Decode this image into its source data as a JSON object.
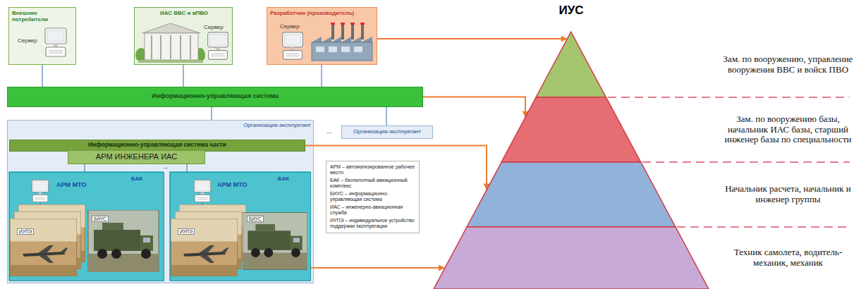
{
  "diagram": {
    "title": "ИУС",
    "nodes": [
      {
        "text": [
          "Внешние потребители",
          "Сервер"
        ]
      },
      {
        "text": [
          "ИАС ВВС и вПВО",
          "Сервер"
        ]
      },
      {
        "text": [
          "Разработчик (производитель)",
          "Сервер"
        ]
      },
      {
        "text": [
          "Информационно-управляющая система"
        ]
      },
      {
        "text": [
          "Организация-эксплуатант"
        ]
      },
      {
        "text": [
          "Информационно-управляющая система части"
        ],
        "in": 4
      },
      {
        "text": [
          "АРМ ИНЖЕНЕРА ИАС"
        ],
        "in": 4
      },
      {
        "text": [
          "АРМ МТО",
          "БАК"
        ],
        "in": 4
      },
      {
        "text": [
          "АРМ МТО",
          "БАК"
        ],
        "in": 4
      },
      {
        "text": [
          "Организация-эксплуатант"
        ]
      },
      {
        "text": [
          "АРМ – автоматизированное рабочее место",
          "БАК – беспилотный авиационный комплекс",
          "БИУС – информационно-управляющая система",
          "ИАС – инженерно-авиационная служба",
          "ИУПЭ – индивидуальное устройство поддержки эксплуатации"
        ]
      },
      {
        "text": [
          "Зам. по вооружению, управление вооружения ВВС и войск ПВО"
        ]
      },
      {
        "text": [
          "Зам. по вооружению базы, начальник ИАС базы, старший инженер базы по специальности"
        ]
      },
      {
        "text": [
          "Начальник расчета, начальник и инженер группы"
        ]
      },
      {
        "text": [
          "Техник самолета, водитель-механик, механик"
        ]
      }
    ],
    "edges": [
      {
        "from": 0,
        "to": 3,
        "arrow": "none"
      },
      {
        "from": 1,
        "to": 3,
        "arrow": "none"
      },
      {
        "from": 2,
        "to": 3,
        "arrow": "none"
      },
      {
        "from": 3,
        "to": 4,
        "arrow": "none"
      },
      {
        "from": 3,
        "to": 9,
        "arrow": "none"
      },
      {
        "from": 6,
        "to": 7,
        "arrow": "none"
      },
      {
        "from": 6,
        "to": 8,
        "arrow": "none"
      },
      {
        "from": 2,
        "to": 11,
        "arrow": "to"
      },
      {
        "from": 3,
        "to": 12,
        "arrow": "to"
      },
      {
        "from": 5,
        "to": 13,
        "arrow": "to"
      },
      {
        "from": 8,
        "to": 14,
        "arrow": "to"
      }
    ],
    "labels": [
      "...",
      "...",
      "ИУПЭ",
      "БИУС",
      "ИУПЭ",
      "БИУС"
    ]
  }
}
